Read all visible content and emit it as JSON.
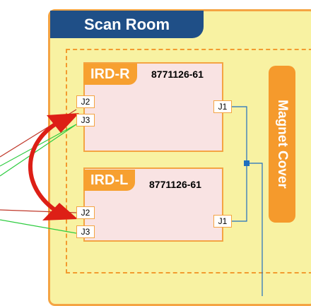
{
  "room": {
    "title": "Scan Room"
  },
  "magnet_cover": {
    "label": "Magnet Cover"
  },
  "ird_r": {
    "label": "IRD-R",
    "part_number": "8771126-61",
    "ports": {
      "j1": "J1",
      "j2": "J2",
      "j3": "J3"
    }
  },
  "ird_l": {
    "label": "IRD-L",
    "part_number": "8771126-61",
    "ports": {
      "j1": "J1",
      "j2": "J2",
      "j3": "J3"
    }
  },
  "colors": {
    "room_fill": "#f8f2a2",
    "room_border": "#f4a443",
    "title_fill": "#1f4f87",
    "device_fill": "#f9e3e3",
    "accent_orange": "#f7a030",
    "wire_red": "#c0392b",
    "wire_green": "#2ecc40",
    "wire_blue": "#1f6fbf",
    "arrow_red": "#dd1f16"
  }
}
